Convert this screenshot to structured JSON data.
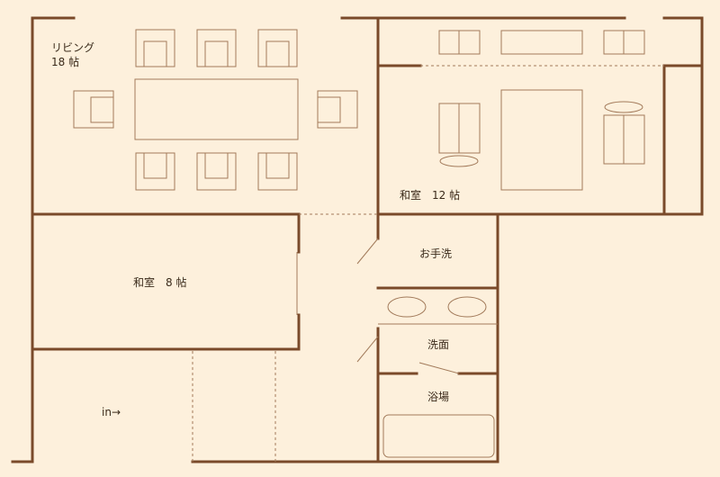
{
  "colors": {
    "background": "#fdf0dc",
    "wall": "#7a4a2a",
    "furniture": "#a27a5a",
    "dashed": "#a27a5a",
    "text": "#3a2a1a"
  },
  "rooms": {
    "living_name": "リビング",
    "living_size": "18 帖",
    "washitsu8": "和室　8 帖",
    "washitsu12": "和室　12 帖",
    "toilet": "お手洗",
    "washroom": "洗面",
    "bath": "浴場"
  },
  "entrance": {
    "label": "in→"
  }
}
